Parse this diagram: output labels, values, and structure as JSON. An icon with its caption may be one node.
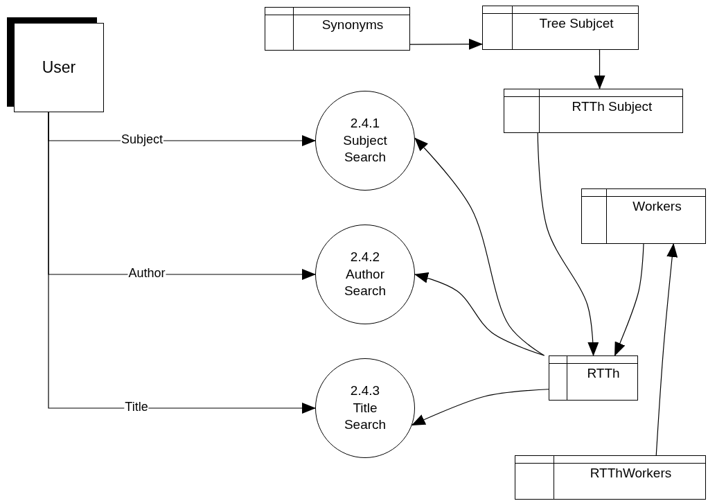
{
  "diagram": {
    "nodes": [
      {
        "text": [
          "User"
        ]
      },
      {
        "text": [
          "Synonyms"
        ]
      },
      {
        "text": [
          "Tree Subjcet"
        ]
      },
      {
        "text": [
          "RTTh Subject"
        ]
      },
      {
        "text": [
          "2.4.1",
          "Subject Search"
        ]
      },
      {
        "text": [
          "2.4.2",
          "Author Search"
        ]
      },
      {
        "text": [
          "2.4.3",
          "Title Search"
        ]
      },
      {
        "text": [
          "Workers"
        ]
      },
      {
        "text": [
          "RTTh"
        ]
      },
      {
        "text": [
          "RTThWorkers"
        ]
      }
    ],
    "edges": [
      {
        "from": 0,
        "to": 4,
        "arrow": "to",
        "label": "Subject"
      },
      {
        "from": 0,
        "to": 5,
        "arrow": "to",
        "label": "Author"
      },
      {
        "from": 0,
        "to": 6,
        "arrow": "to",
        "label": "Title"
      },
      {
        "from": 1,
        "to": 2,
        "arrow": "to"
      },
      {
        "from": 2,
        "to": 3,
        "arrow": "to"
      },
      {
        "from": 3,
        "to": 8,
        "arrow": "to"
      },
      {
        "from": 7,
        "to": 8,
        "arrow": "to"
      },
      {
        "from": 8,
        "to": 4,
        "arrow": "to"
      },
      {
        "from": 8,
        "to": 5,
        "arrow": "to"
      },
      {
        "from": 8,
        "to": 6,
        "arrow": "to"
      },
      {
        "from": 9,
        "to": 7,
        "arrow": "to"
      }
    ]
  }
}
